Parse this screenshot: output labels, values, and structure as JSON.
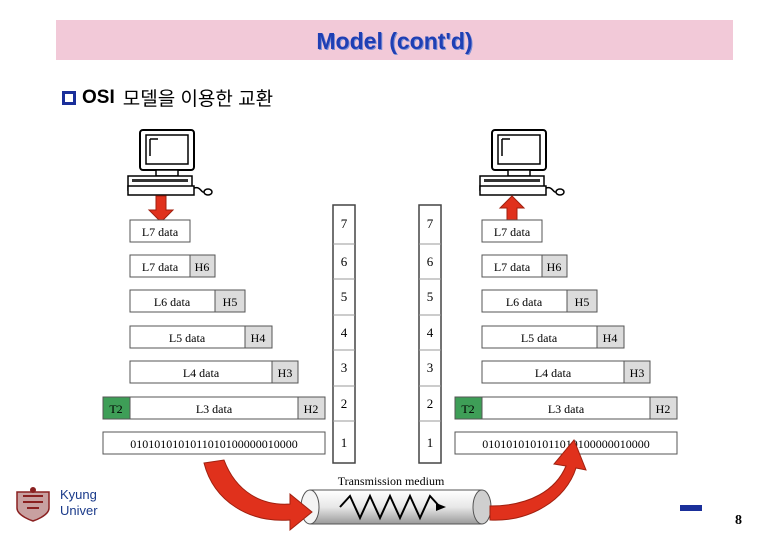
{
  "title": "Model (cont'd)",
  "bullet": {
    "label": "OSI",
    "text": "모델을 이용한 교환"
  },
  "left_stack": {
    "rows": [
      {
        "body": "L7 data",
        "header": ""
      },
      {
        "body": "L7 data",
        "header": "H6"
      },
      {
        "body": "L6 data",
        "header": "H5"
      },
      {
        "body": "L5 data",
        "header": "H4"
      },
      {
        "body": "L4 data",
        "header": "H3"
      },
      {
        "trailer": "T2",
        "body": "L3 data",
        "header": "H2"
      },
      {
        "body": "0101010101011010100000010000"
      }
    ]
  },
  "right_stack": {
    "rows": [
      {
        "body": "L7 data",
        "header": ""
      },
      {
        "body": "L7 data",
        "header": "H6"
      },
      {
        "body": "L6 data",
        "header": "H5"
      },
      {
        "body": "L5 data",
        "header": "H4"
      },
      {
        "body": "L4 data",
        "header": "H3"
      },
      {
        "trailer": "T2",
        "body": "L3 data",
        "header": "H2"
      },
      {
        "body": "0101010101011010100000010000"
      }
    ]
  },
  "layer_columns": [
    "7",
    "6",
    "5",
    "4",
    "3",
    "2",
    "1"
  ],
  "medium_label": "Transmission medium",
  "footer": {
    "univ_line1": "Kyung",
    "univ_line2": "Univer",
    "page": "8"
  },
  "colors": {
    "title_bar": "#f2c9d8",
    "title_text": "#1f3fb4",
    "arrow_red": "#e0311c",
    "trailer_green": "#3e9e57",
    "bullet_blue": "#1a2f9a"
  },
  "icons": [
    "computer-icon",
    "red-arrow-icon",
    "signal-wave-icon",
    "university-logo-icon"
  ]
}
